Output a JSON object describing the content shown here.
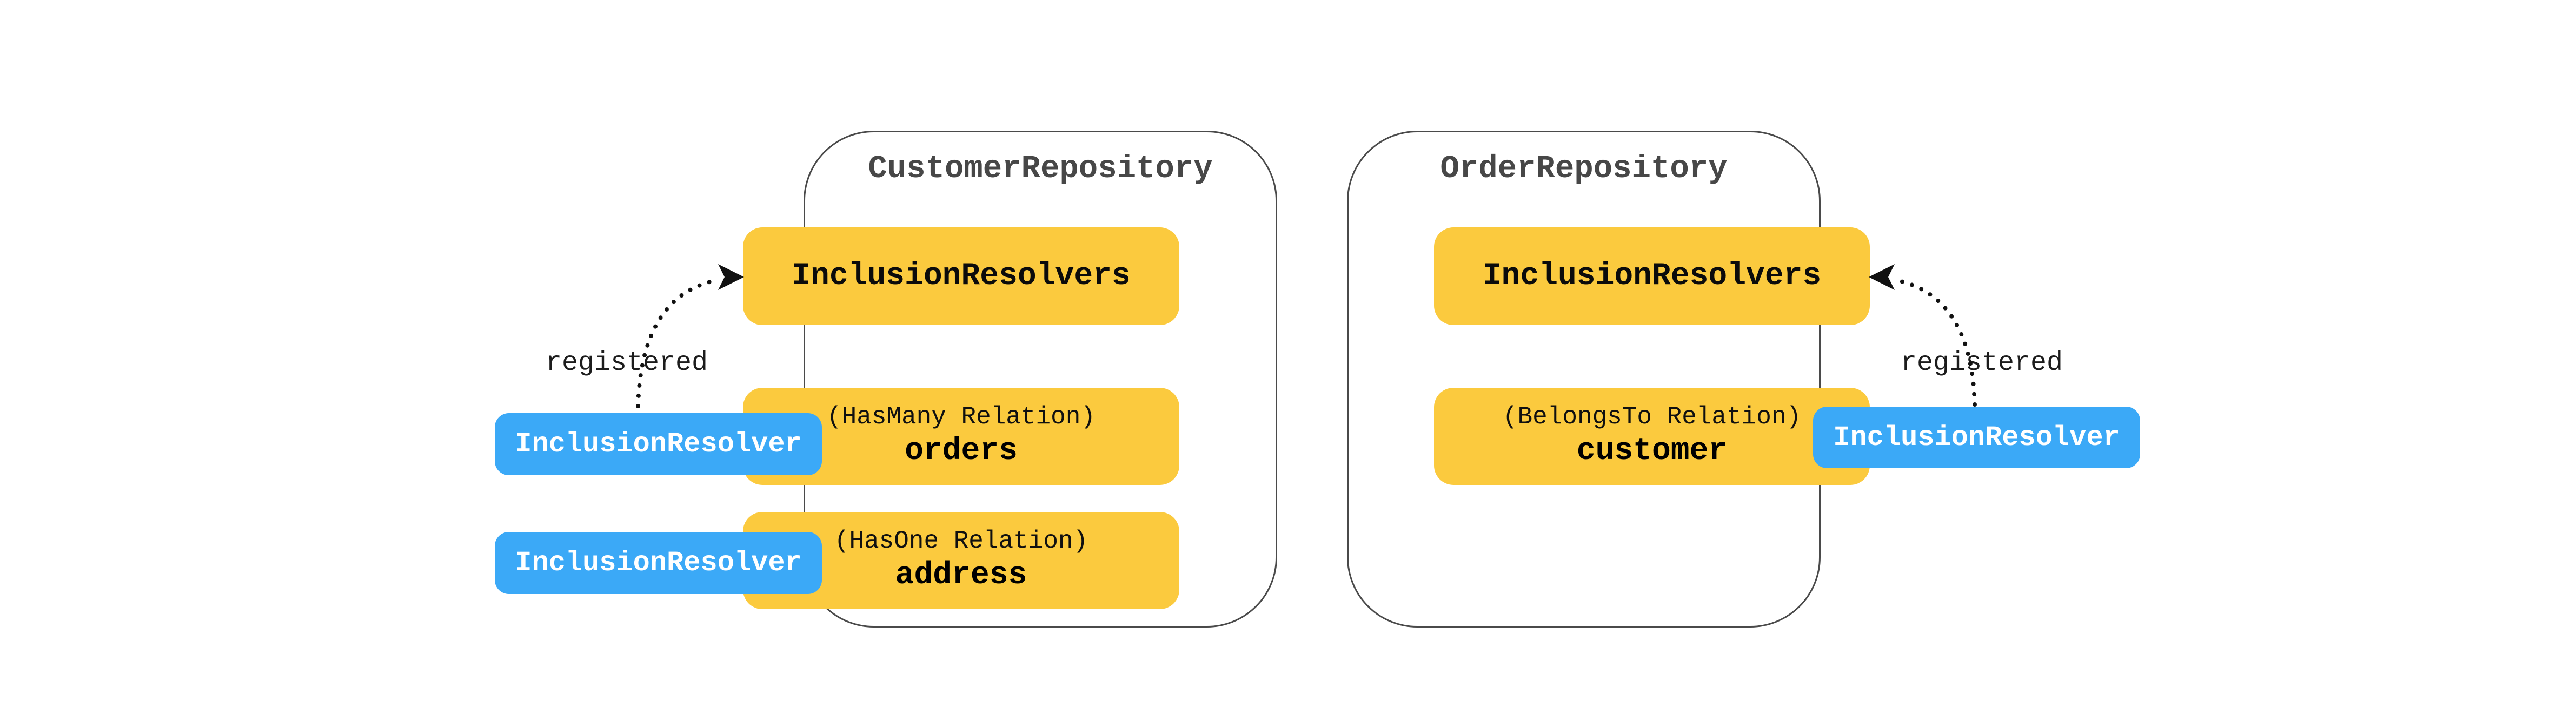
{
  "diagram": {
    "background": "#ffffff",
    "palette": {
      "box_yellow": "#FBCA3E",
      "chip_blue": "#3BA9F7",
      "outline_gray": "#4A4A4A",
      "title_gray": "#474747",
      "text_dark": "#1C1C1C"
    },
    "repositories": [
      {
        "title": "CustomerRepository",
        "resolvers_label": "InclusionResolvers",
        "relations": [
          {
            "kind": "(HasMany Relation)",
            "name": "orders"
          },
          {
            "kind": "(HasOne Relation)",
            "name": "address"
          }
        ],
        "chips": [
          {
            "label": "InclusionResolver"
          },
          {
            "label": "InclusionResolver"
          }
        ],
        "edge_label": "registered"
      },
      {
        "title": "OrderRepository",
        "resolvers_label": "InclusionResolvers",
        "relations": [
          {
            "kind": "(BelongsTo Relation)",
            "name": "customer"
          }
        ],
        "chips": [
          {
            "label": "InclusionResolver"
          }
        ],
        "edge_label": "registered"
      }
    ],
    "arrows": [
      {
        "name": "registered-arrow-left",
        "direction": "right",
        "label": "registered"
      },
      {
        "name": "registered-arrow-right",
        "direction": "left",
        "label": "registered"
      }
    ]
  }
}
